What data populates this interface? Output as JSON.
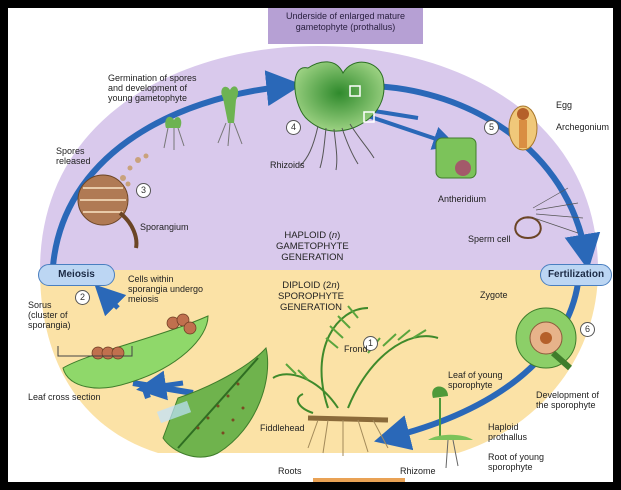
{
  "title": "Underside of enlarged mature gametophyte (prothallus)",
  "title_line1": "Underside of enlarged mature",
  "title_line2": "gametophyte (prothallus)",
  "haploid": {
    "line1": "HAPLOID (",
    "n": "n",
    "line1_end": ")",
    "line2": "GAMETOPHYTE",
    "line3": "GENERATION"
  },
  "diploid": {
    "line1": "DIPLOID (2",
    "n": "n",
    "line1_end": ")",
    "line2": "SPOROPHYTE",
    "line3": "GENERATION"
  },
  "stages": {
    "meiosis": "Meiosis",
    "fertilization": "Fertilization"
  },
  "steps": [
    "1",
    "2",
    "3",
    "4",
    "5",
    "6"
  ],
  "labels": {
    "germination": [
      "Germination of spores",
      "and development of",
      "young gametophyte"
    ],
    "spores_released": [
      "Spores",
      "released"
    ],
    "sporangium": "Sporangium",
    "rhizoids": "Rhizoids",
    "egg": "Egg",
    "archegonium": "Archegonium",
    "antheridium": "Antheridium",
    "sperm_cell": "Sperm cell",
    "cells_within": [
      "Cells within",
      "sporangia undergo",
      "meiosis"
    ],
    "sorus": [
      "Sorus",
      "(cluster of",
      "sporangia)"
    ],
    "leaf_cross_section": "Leaf cross section",
    "zygote": "Zygote",
    "frond": "Frond",
    "leaf_young": [
      "Leaf of young",
      "sporophyte"
    ],
    "development": [
      "Development of",
      "the sporophyte"
    ],
    "haploid_prothallus": [
      "Haploid",
      "prothallus"
    ],
    "root_young": [
      "Root of young",
      "sporophyte"
    ],
    "fiddlehead": "Fiddlehead",
    "roots": "Roots",
    "rhizome": "Rhizome"
  },
  "colors": {
    "haploid_bg": "#d9c9ec",
    "diploid_bg": "#fbe2a6",
    "arrow": "#2a68b8",
    "plant_green": "#4e9a3a",
    "title_bg": "#b6a0d4"
  }
}
